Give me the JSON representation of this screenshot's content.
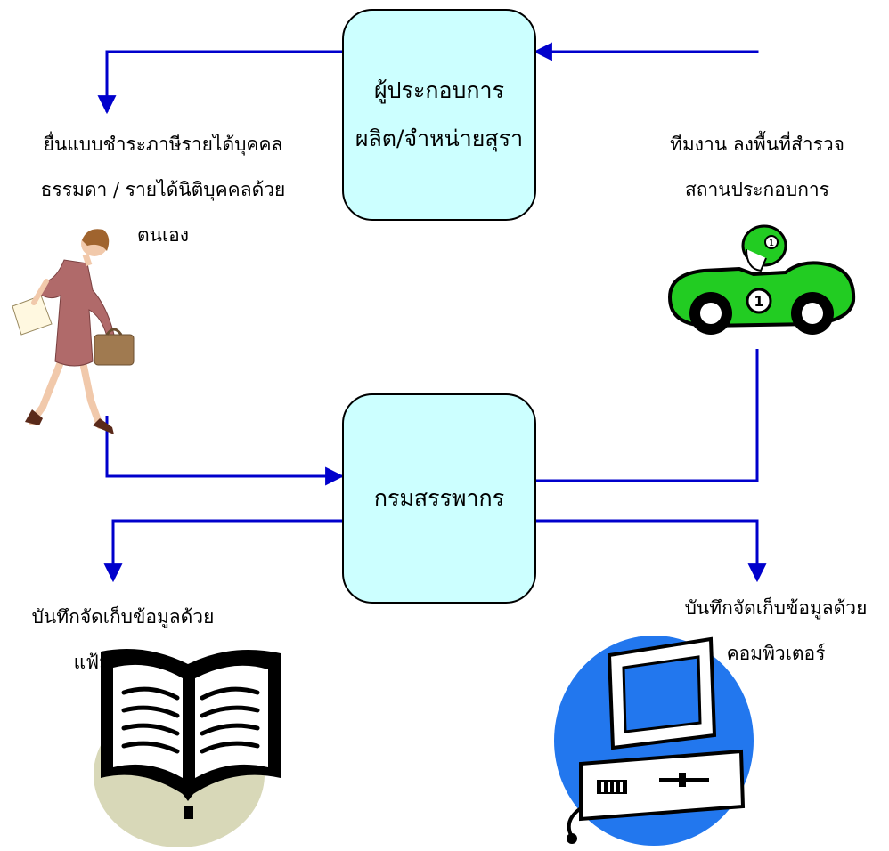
{
  "boxes": {
    "operator": {
      "line1": "ผู้ประกอบการ",
      "line2": "ผลิต/จำหน่ายสุรา"
    },
    "revenue_dept": {
      "label": "กรมสรรพากร"
    }
  },
  "labels": {
    "self_file": {
      "line1": "ยื่นแบบชำระภาษีรายได้บุคคล",
      "line2": "ธรรมดา / รายได้นิติบุคคลด้วย",
      "line3": "ตนเอง"
    },
    "survey_team": {
      "line1": "ทีมงาน ลงพื้นที่สำรวจ",
      "line2": "สถานประกอบการ"
    },
    "record_docs": {
      "line1": "บันทึกจัดเก็บข้อมูลด้วย",
      "line2": "แฟ้มเอกสาร"
    },
    "record_computer": {
      "line1": "บันทึกจัดเก็บข้อมูลด้วย",
      "line2": "คอมพิวเตอร์"
    }
  },
  "illustrations": {
    "woman": "businesswoman-icon",
    "car": "race-car-icon",
    "book": "open-book-icon",
    "computer": "computer-icon",
    "car_number": "1"
  },
  "colors": {
    "arrow": "#0000cc",
    "box_fill": "#ccffff",
    "car_green": "#22cc22",
    "computer_blue": "#2277ee",
    "book_blob": "#d8d8b8"
  }
}
